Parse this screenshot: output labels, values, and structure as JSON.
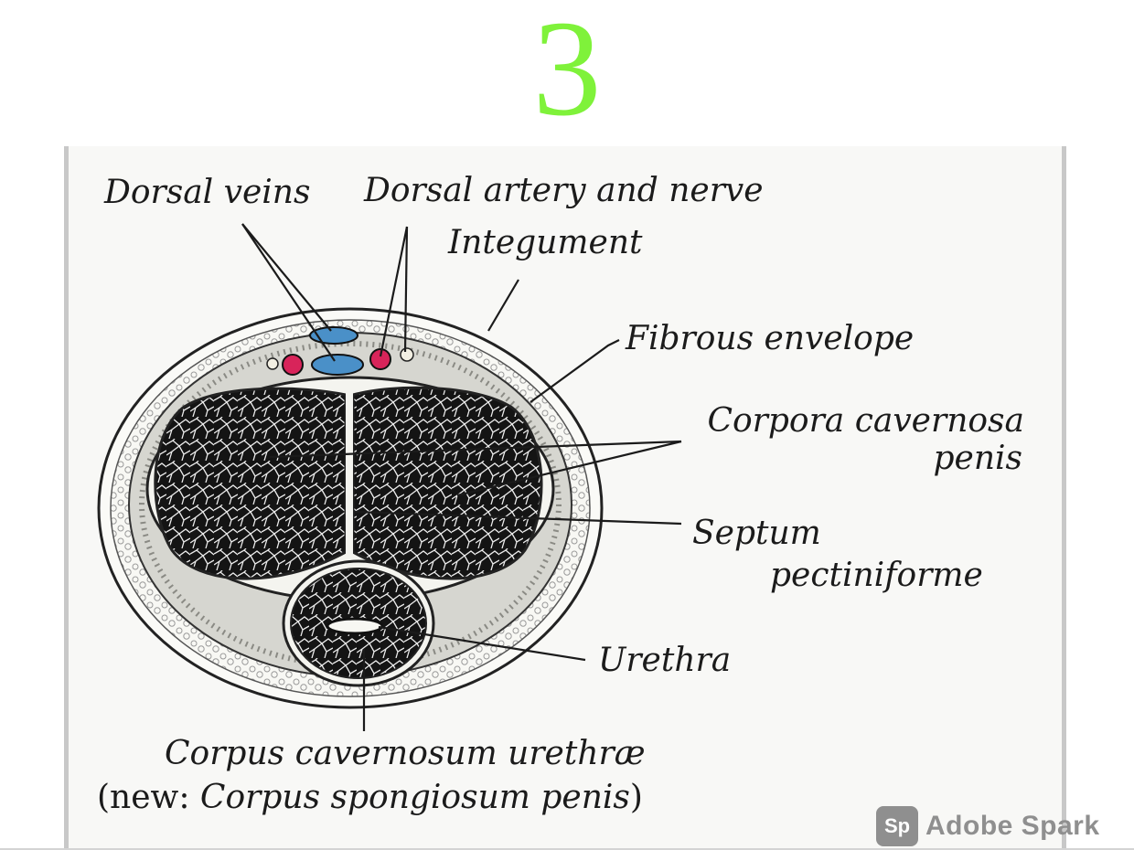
{
  "slide": {
    "number": "3"
  },
  "figure": {
    "labels": {
      "dorsal_veins": "Dorsal veins",
      "dorsal_artery_nerve": "Dorsal artery and nerve",
      "integument": "Integument",
      "fibrous_envelope": "Fibrous envelope",
      "corpora_cavernosa_line1": "Corpora cavernosa",
      "corpora_cavernosa_line2": "penis",
      "septum_line1": "Septum",
      "septum_line2": "pectiniforme",
      "urethra": "Urethra",
      "corpus_urethrae": "Corpus cavernosum urethræ",
      "new_prefix": "(new: ",
      "new_name": "Corpus spongiosum penis",
      "new_suffix": ")"
    },
    "colors": {
      "vein": "#4a90c8",
      "artery": "#d8245a",
      "tissue": "#1a1a1a",
      "ink": "#1b1b1b"
    }
  },
  "watermark": {
    "logo_text": "Sp",
    "text": "Adobe Spark"
  }
}
